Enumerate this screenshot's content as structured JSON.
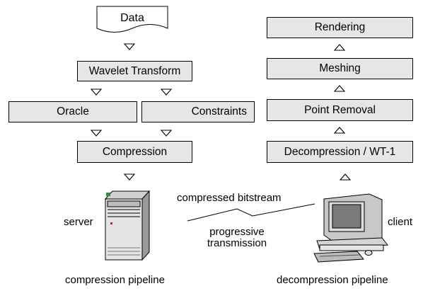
{
  "source": {
    "label": "Data"
  },
  "left_pipeline": {
    "wavelet": "Wavelet Transform",
    "oracle": "Oracle",
    "constraints": "Constraints",
    "compression": "Compression",
    "caption": "compression pipeline"
  },
  "right_pipeline": {
    "rendering": "Rendering",
    "meshing": "Meshing",
    "point_removal": "Point Removal",
    "decompression": "Decompression / WT-1",
    "caption": "decompression pipeline"
  },
  "network": {
    "server": "server",
    "client": "client",
    "bitstream": "compressed bitstream",
    "transmission_line1": "progressive",
    "transmission_line2": "transmission"
  }
}
